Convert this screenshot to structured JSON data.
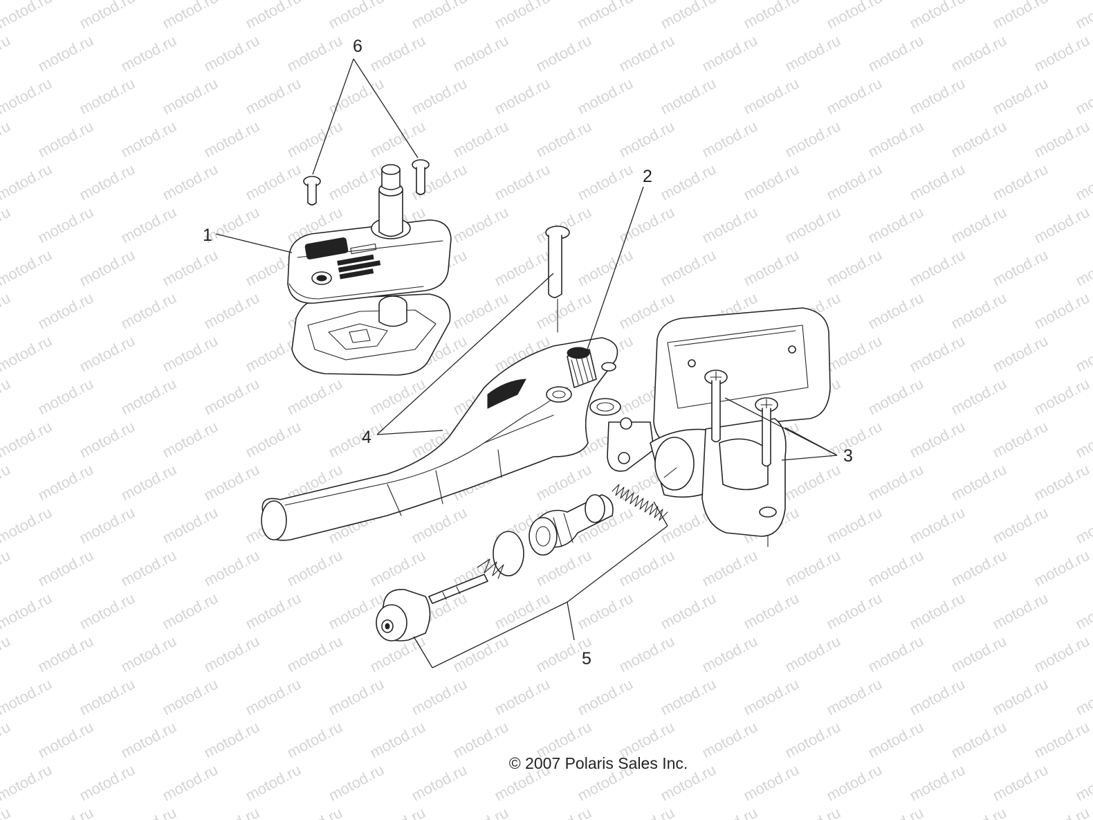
{
  "watermark": "motod.ru",
  "callouts": [
    {
      "id": "1",
      "label": "1"
    },
    {
      "id": "2",
      "label": "2"
    },
    {
      "id": "3",
      "label": "3"
    },
    {
      "id": "4",
      "label": "4"
    },
    {
      "id": "5",
      "label": "5"
    },
    {
      "id": "6",
      "label": "6"
    }
  ],
  "copyright": "© 2007 Polaris Sales Inc."
}
